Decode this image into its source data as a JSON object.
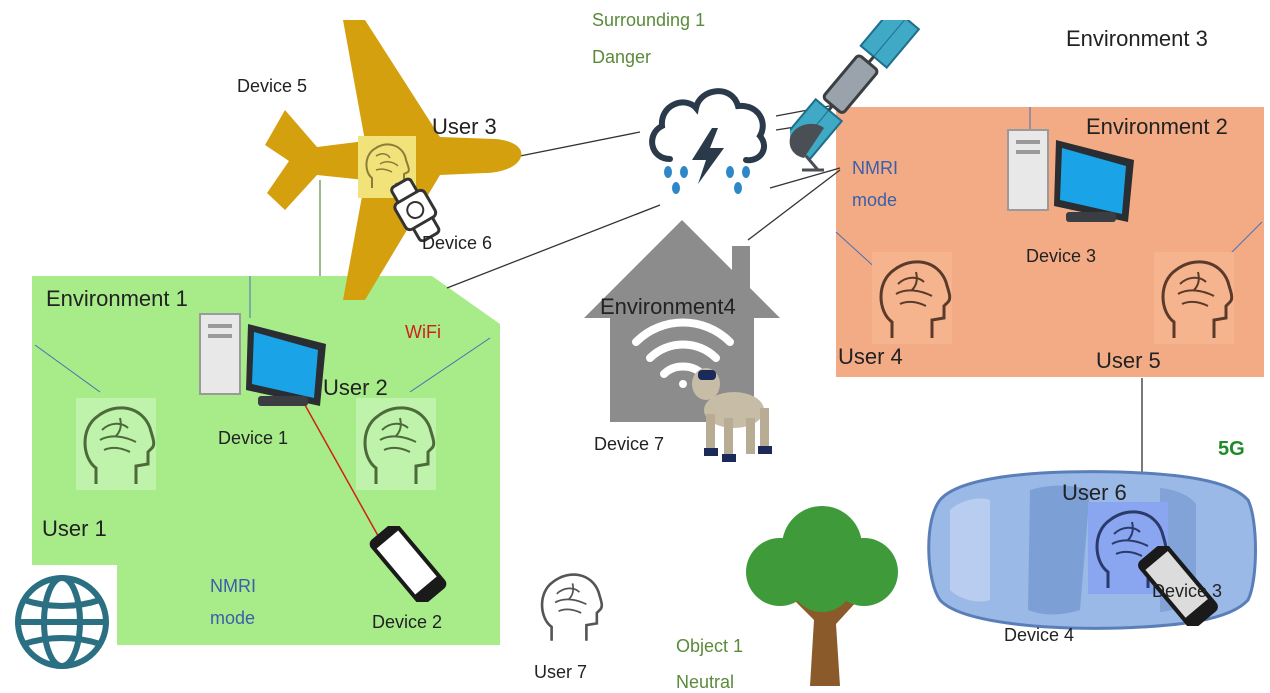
{
  "environments": {
    "env1": "Environment 1",
    "env2": "Environment 2",
    "env3": "Environment 3",
    "env4": "Environment4"
  },
  "users": {
    "u1": "User 1",
    "u2": "User 2",
    "u3": "User 3",
    "u4": "User 4",
    "u5": "User 5",
    "u6": "User 6",
    "u7": "User 7"
  },
  "devices": {
    "d1": "Device 1",
    "d2": "Device 2",
    "d3_env2": "Device 3",
    "d3_car": "Device 3",
    "d4": "Device 4",
    "d5": "Device 5",
    "d6": "Device 6",
    "d7": "Device 7"
  },
  "connections": {
    "wifi": "WiFi",
    "fiveg": "5G"
  },
  "modes": {
    "nmri_env1_line1": "NMRI",
    "nmri_env1_line2": "mode",
    "nmri_env2_line1": "NMRI",
    "nmri_env2_line2": "mode"
  },
  "surrounding": {
    "line1": "Surrounding 1",
    "line2": "Danger"
  },
  "object": {
    "line1": "Object 1",
    "line2": "Neutral"
  },
  "colors": {
    "env1_fill": "#a8ec8a",
    "env2_fill": "#f3ab86",
    "airplane": "#d4a00e",
    "car": "#8fb0dd",
    "house": "#8c8c8c",
    "wifi_link": "#d0201a"
  },
  "icons": [
    "airplane-icon",
    "storm-cloud-icon",
    "satellite-icon",
    "satellite-dish-icon",
    "house-icon",
    "wifi-icon",
    "robot-dog-icon",
    "desktop-computer-icon",
    "smartphone-icon",
    "smartwatch-icon",
    "brain-head-icon",
    "tree-icon",
    "car-icon",
    "globe-icon"
  ]
}
